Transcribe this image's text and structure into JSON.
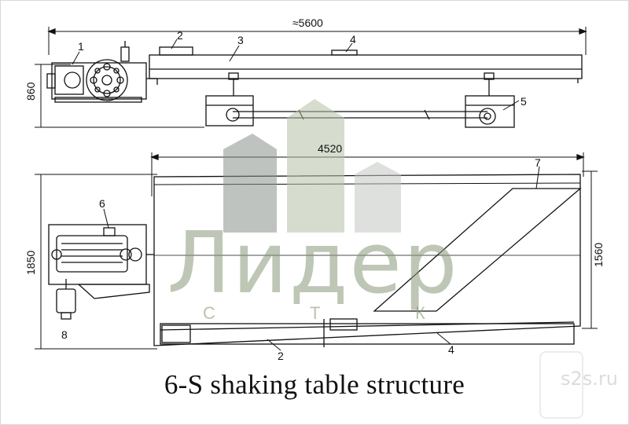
{
  "caption": "6-S shaking table structure",
  "dimensions": {
    "overall_length": "≈5600",
    "height": "860",
    "deck_length": "4520",
    "width": "1850",
    "deck_width": "1560"
  },
  "part_numbers": {
    "p1": "1",
    "p2_top": "2",
    "p3": "3",
    "p4_top": "4",
    "p5": "5",
    "p6": "6",
    "p7": "7",
    "p8": "8",
    "p2_bottom": "2",
    "p4_bottom": "4"
  },
  "watermark": {
    "brand": "Лидер",
    "sub_letters": [
      "С",
      "Т",
      "К"
    ],
    "site": "s2s.ru"
  },
  "colors": {
    "line": "#111111",
    "watermark": "#8a9a7c",
    "building": "#9aa59a"
  }
}
